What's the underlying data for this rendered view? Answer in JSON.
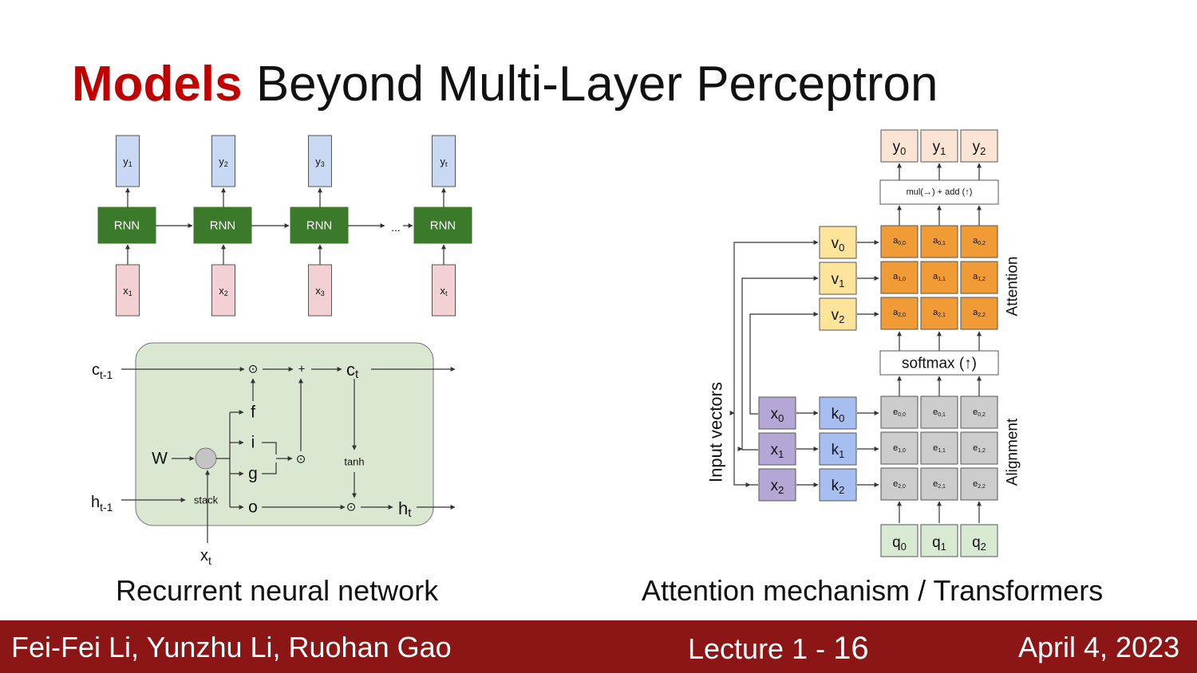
{
  "slide": {
    "title_accent": "Models",
    "title_rest": " Beyond Multi-Layer Perceptron"
  },
  "rnn": {
    "cell_label": "RNN",
    "ellipsis": "...",
    "caption": "Recurrent neural network",
    "outputs": [
      {
        "base": "y",
        "sub": "1"
      },
      {
        "base": "y",
        "sub": "2"
      },
      {
        "base": "y",
        "sub": "3"
      },
      {
        "base": "y",
        "sub": "t"
      }
    ],
    "inputs": [
      {
        "base": "x",
        "sub": "1"
      },
      {
        "base": "x",
        "sub": "2"
      },
      {
        "base": "x",
        "sub": "3"
      },
      {
        "base": "x",
        "sub": "t"
      }
    ]
  },
  "lstm": {
    "c_prev": {
      "base": "c",
      "sub": "t-1"
    },
    "c_next": {
      "base": "c",
      "sub": "t"
    },
    "h_prev": {
      "base": "h",
      "sub": "t-1"
    },
    "h_next": {
      "base": "h",
      "sub": "t"
    },
    "x_in": {
      "base": "x",
      "sub": "t"
    },
    "weight": "W",
    "stack": "stack",
    "gates": [
      "f",
      "i",
      "g",
      "o"
    ],
    "tanh": "tanh",
    "odot": "⊙",
    "plus": "+"
  },
  "attention": {
    "caption": "Attention mechanism / Transformers",
    "outputs": [
      {
        "base": "y",
        "sub": "0"
      },
      {
        "base": "y",
        "sub": "1"
      },
      {
        "base": "y",
        "sub": "2"
      }
    ],
    "mul_add": "mul(→) + add (↑)",
    "values": [
      {
        "base": "v",
        "sub": "0"
      },
      {
        "base": "v",
        "sub": "1"
      },
      {
        "base": "v",
        "sub": "2"
      }
    ],
    "attention_weights": [
      [
        {
          "base": "a",
          "sub": "0,0"
        },
        {
          "base": "a",
          "sub": "0,1"
        },
        {
          "base": "a",
          "sub": "0,2"
        }
      ],
      [
        {
          "base": "a",
          "sub": "1,0"
        },
        {
          "base": "a",
          "sub": "1,1"
        },
        {
          "base": "a",
          "sub": "1,2"
        }
      ],
      [
        {
          "base": "a",
          "sub": "2,0"
        },
        {
          "base": "a",
          "sub": "2,1"
        },
        {
          "base": "a",
          "sub": "2,2"
        }
      ]
    ],
    "attention_label": "Attention",
    "softmax": "softmax (↑)",
    "inputs": [
      {
        "base": "x",
        "sub": "0"
      },
      {
        "base": "x",
        "sub": "1"
      },
      {
        "base": "x",
        "sub": "2"
      }
    ],
    "keys": [
      {
        "base": "k",
        "sub": "0"
      },
      {
        "base": "k",
        "sub": "1"
      },
      {
        "base": "k",
        "sub": "2"
      }
    ],
    "alignment_scores": [
      [
        {
          "base": "e",
          "sub": "0,0"
        },
        {
          "base": "e",
          "sub": "0,1"
        },
        {
          "base": "e",
          "sub": "0,2"
        }
      ],
      [
        {
          "base": "e",
          "sub": "1,0"
        },
        {
          "base": "e",
          "sub": "1,1"
        },
        {
          "base": "e",
          "sub": "1,2"
        }
      ],
      [
        {
          "base": "e",
          "sub": "2,0"
        },
        {
          "base": "e",
          "sub": "2,1"
        },
        {
          "base": "e",
          "sub": "2,2"
        }
      ]
    ],
    "alignment_label": "Alignment",
    "input_vectors_label": "Input vectors",
    "queries": [
      {
        "base": "q",
        "sub": "0"
      },
      {
        "base": "q",
        "sub": "1"
      },
      {
        "base": "q",
        "sub": "2"
      }
    ]
  },
  "footer": {
    "authors": "Fei-Fei Li, Yunzhu Li, Ruohan Gao",
    "lecture_prefix": "Lecture 1 - ",
    "lecture_number": "16",
    "date": "April 4, 2023"
  },
  "colors": {
    "accent": "#c00000",
    "footer_bg": "#8c1515",
    "rnn_cell": "#3b7a2b",
    "output_blue": "#c9d9f3",
    "input_pink": "#f2d0d3",
    "lstm_panel": "#dbe8d1",
    "orange_weight": "#f19b37",
    "value_yellow": "#fde49a",
    "key_blue": "#a7bff0",
    "input_purple": "#b4a7d6",
    "align_gray": "#cccccc",
    "query_green": "#d9ead3",
    "output_peach": "#fbe4d3"
  }
}
